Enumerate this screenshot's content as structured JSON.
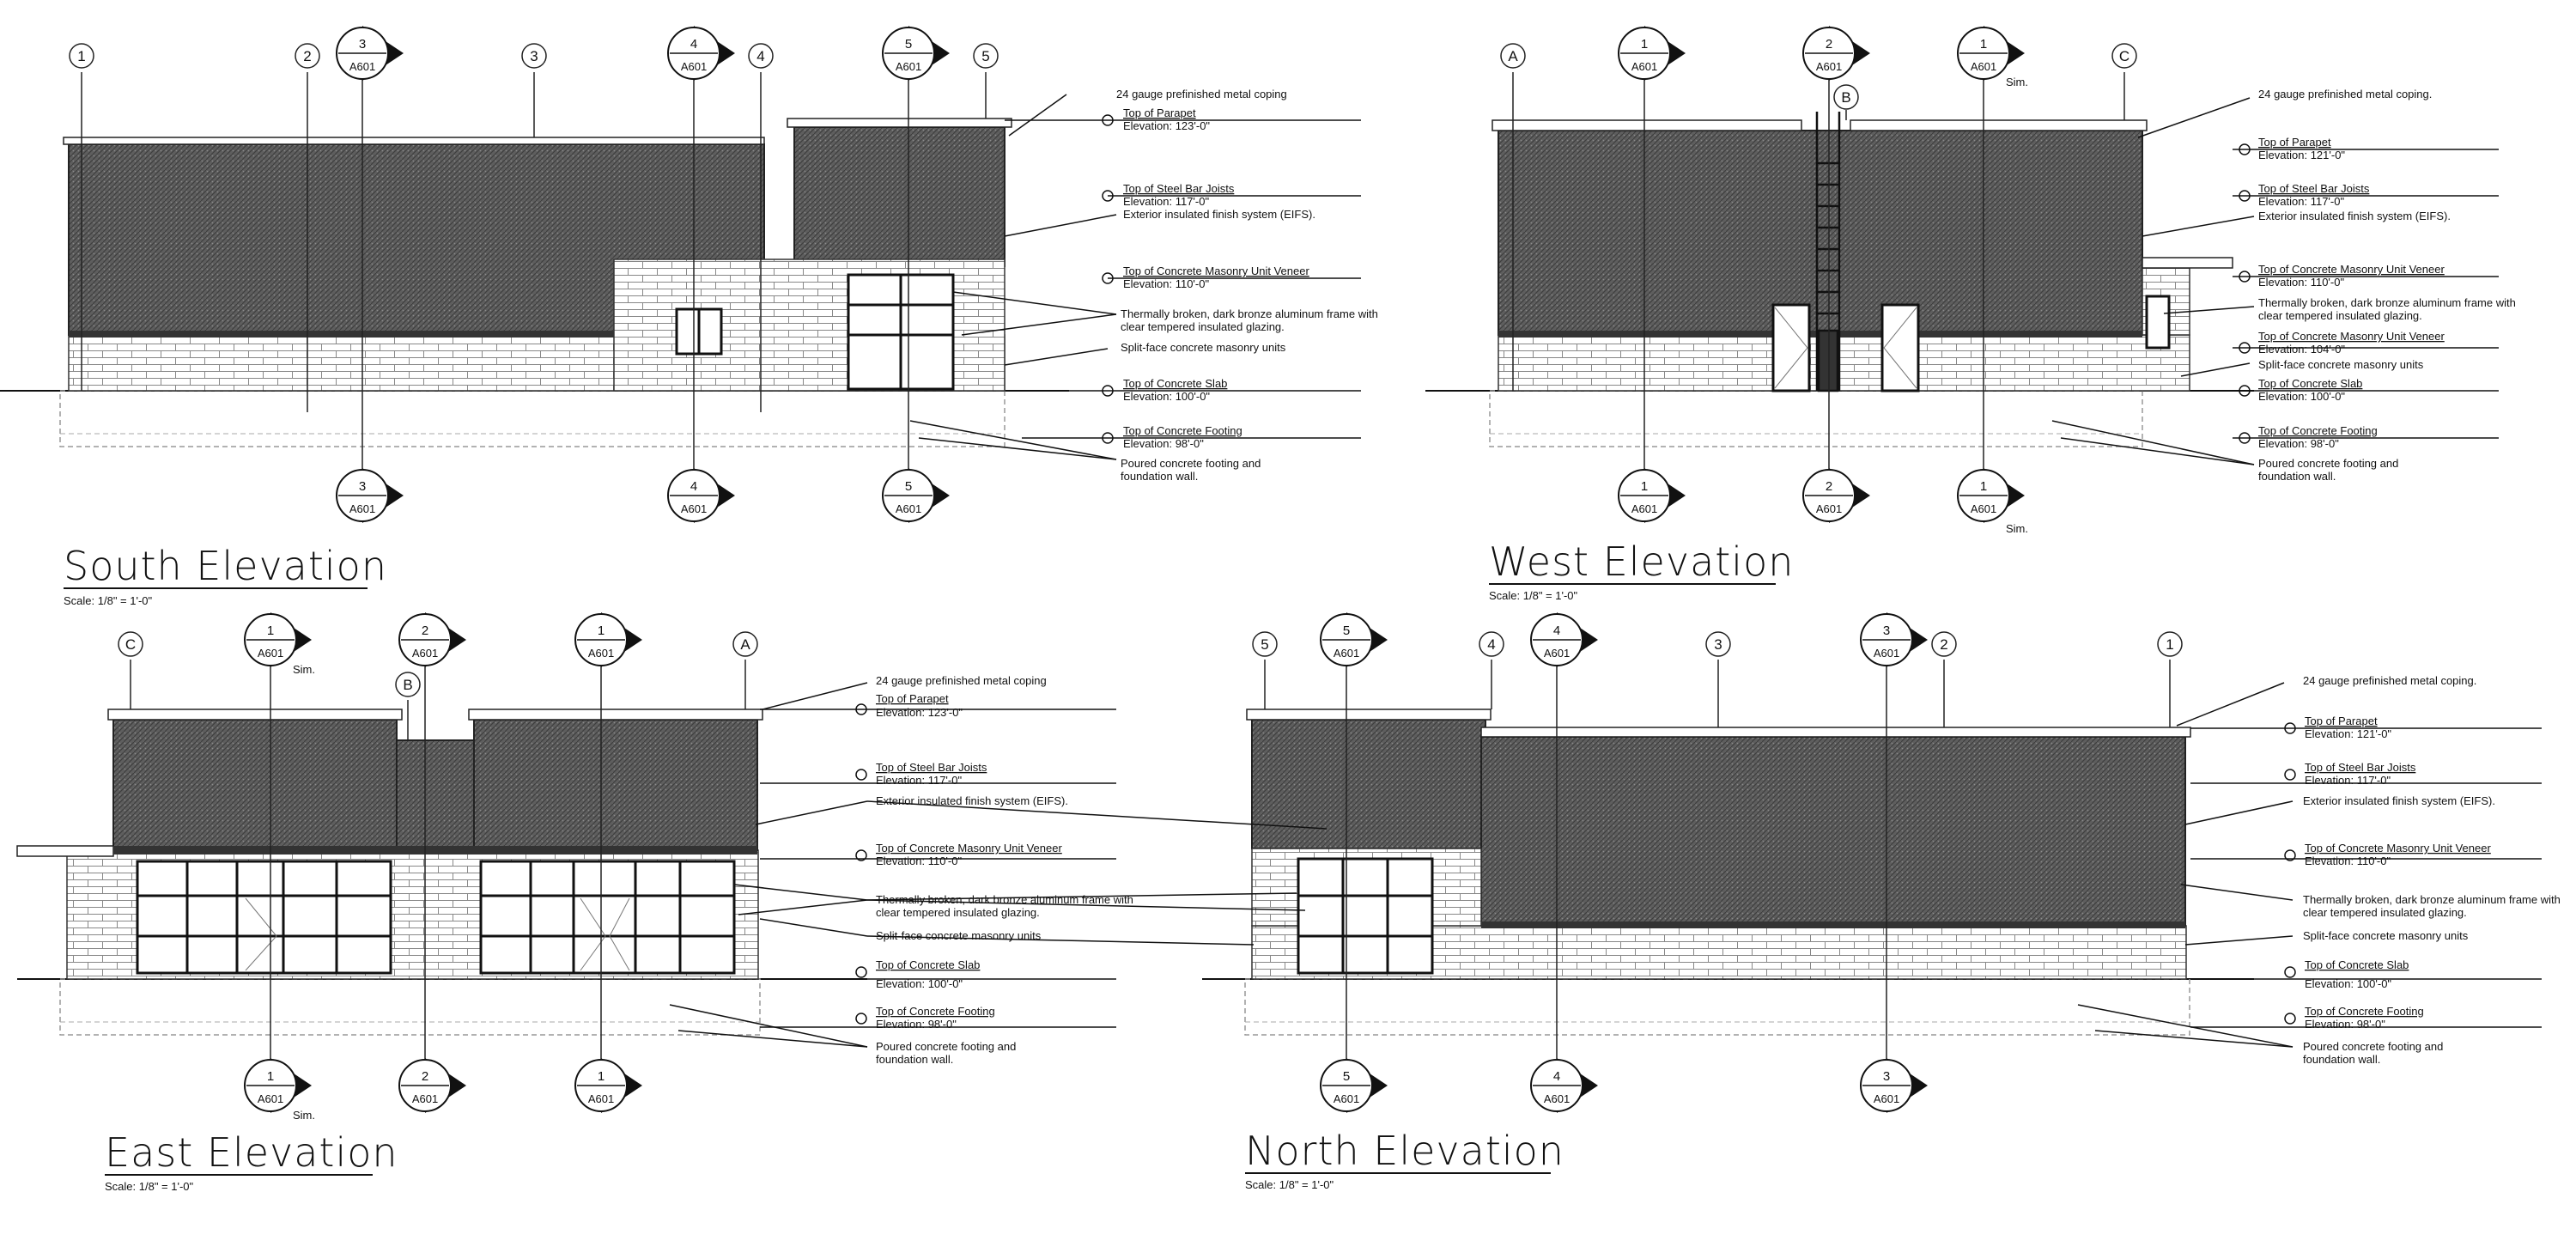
{
  "elevations": [
    {
      "id": "south",
      "title": "South Elevation",
      "scale": "Scale: 1/8\" = 1'-0\"",
      "grids": [
        "1",
        "2",
        "3",
        "4",
        "5"
      ],
      "section_markers_top": [
        {
          "num": "3",
          "sheet": "A601",
          "sim": ""
        },
        {
          "num": "4",
          "sheet": "A601",
          "sim": ""
        },
        {
          "num": "5",
          "sheet": "A601",
          "sim": ""
        }
      ],
      "section_markers_bottom": [
        {
          "num": "3",
          "sheet": "A601",
          "sim": ""
        },
        {
          "num": "4",
          "sheet": "A601",
          "sim": ""
        },
        {
          "num": "5",
          "sheet": "A601",
          "sim": ""
        }
      ],
      "notes": [
        "24 gauge prefinished metal coping",
        "Exterior insulated finish system (EIFS).",
        "Thermally broken, dark bronze aluminum frame with",
        "clear tempered insulated glazing.",
        "Split-face concrete masonry units",
        "Poured concrete footing and",
        "foundation wall."
      ],
      "levels": [
        {
          "name": "Top of Parapet",
          "elev": "Elevation: 123'-0\""
        },
        {
          "name": "Top of Steel Bar Joists",
          "elev": "Elevation: 117'-0\""
        },
        {
          "name": "Top of Concrete Masonry Unit Veneer",
          "elev": "Elevation: 110'-0\""
        },
        {
          "name": "Top of Concrete Slab",
          "elev": "Elevation: 100'-0\""
        },
        {
          "name": "Top of Concrete Footing",
          "elev": "Elevation: 98'-0\""
        }
      ]
    },
    {
      "id": "west",
      "title": "West Elevation",
      "scale": "Scale: 1/8\" = 1'-0\"",
      "grids": [
        "A",
        "C",
        "B"
      ],
      "section_markers_top": [
        {
          "num": "1",
          "sheet": "A601",
          "sim": ""
        },
        {
          "num": "2",
          "sheet": "A601",
          "sim": ""
        },
        {
          "num": "1",
          "sheet": "A601",
          "sim": "Sim."
        }
      ],
      "section_markers_bottom": [
        {
          "num": "1",
          "sheet": "A601",
          "sim": ""
        },
        {
          "num": "2",
          "sheet": "A601",
          "sim": ""
        },
        {
          "num": "1",
          "sheet": "A601",
          "sim": "Sim."
        }
      ],
      "notes": [
        "24 gauge prefinished metal coping.",
        "Exterior insulated finish system (EIFS).",
        "Thermally broken, dark bronze aluminum frame with",
        "clear tempered insulated glazing.",
        "Split-face concrete masonry units",
        "Poured concrete footing and",
        "foundation wall."
      ],
      "levels": [
        {
          "name": "Top of Parapet",
          "elev": "Elevation: 121'-0\""
        },
        {
          "name": "Top of Steel Bar Joists",
          "elev": "Elevation: 117'-0\""
        },
        {
          "name": "Top of Concrete Masonry Unit Veneer",
          "elev": "Elevation: 110'-0\""
        },
        {
          "name": "Top of Concrete Masonry Unit Veneer",
          "elev": "Elevation: 104'-0\""
        },
        {
          "name": "Top of Concrete Slab",
          "elev": "Elevation: 100'-0\""
        },
        {
          "name": "Top of Concrete Footing",
          "elev": "Elevation: 98'-0\""
        }
      ]
    },
    {
      "id": "east",
      "title": "East Elevation",
      "scale": "Scale: 1/8\" = 1'-0\"",
      "grids": [
        "C",
        "B",
        "A"
      ],
      "section_markers_top": [
        {
          "num": "1",
          "sheet": "A601",
          "sim": "Sim."
        },
        {
          "num": "2",
          "sheet": "A601",
          "sim": ""
        },
        {
          "num": "1",
          "sheet": "A601",
          "sim": ""
        }
      ],
      "section_markers_bottom": [
        {
          "num": "1",
          "sheet": "A601",
          "sim": "Sim."
        },
        {
          "num": "2",
          "sheet": "A601",
          "sim": ""
        },
        {
          "num": "1",
          "sheet": "A601",
          "sim": ""
        }
      ],
      "notes": [
        "24 gauge prefinished metal coping",
        "Exterior insulated finish system (EIFS).",
        "Thermally broken, dark bronze aluminum frame with",
        "clear tempered insulated glazing.",
        "Split-face concrete masonry units",
        "Poured concrete footing and",
        "foundation wall."
      ],
      "levels": [
        {
          "name": "Top of Parapet",
          "elev": "Elevation: 123'-0\""
        },
        {
          "name": "Top of Steel Bar Joists",
          "elev": "Elevation: 117'-0\""
        },
        {
          "name": "Top of Concrete Masonry Unit Veneer",
          "elev": "Elevation: 110'-0\""
        },
        {
          "name": "Top of Concrete Slab",
          "elev": "Elevation: 100'-0\""
        },
        {
          "name": "Top of Concrete Footing",
          "elev": "Elevation: 98'-0\""
        }
      ]
    },
    {
      "id": "north",
      "title": "North Elevation",
      "scale": "Scale: 1/8\" = 1'-0\"",
      "grids": [
        "5",
        "4",
        "3",
        "2",
        "1"
      ],
      "section_markers_top": [
        {
          "num": "5",
          "sheet": "A601",
          "sim": ""
        },
        {
          "num": "4",
          "sheet": "A601",
          "sim": ""
        },
        {
          "num": "3",
          "sheet": "A601",
          "sim": ""
        }
      ],
      "section_markers_bottom": [
        {
          "num": "5",
          "sheet": "A601",
          "sim": ""
        },
        {
          "num": "4",
          "sheet": "A601",
          "sim": ""
        },
        {
          "num": "3",
          "sheet": "A601",
          "sim": ""
        }
      ],
      "notes": [
        "24 gauge prefinished metal coping.",
        "Exterior insulated finish system (EIFS).",
        "Thermally broken, dark bronze aluminum frame with",
        "clear tempered insulated glazing.",
        "Split-face concrete masonry units",
        "Poured concrete footing and",
        "foundation wall."
      ],
      "levels": [
        {
          "name": "Top of Parapet",
          "elev": "Elevation: 121'-0\""
        },
        {
          "name": "Top of Steel Bar Joists",
          "elev": "Elevation: 117'-0\""
        },
        {
          "name": "Top of Concrete Masonry Unit Veneer",
          "elev": "Elevation: 110'-0\""
        },
        {
          "name": "Top of Concrete Slab",
          "elev": "Elevation: 100'-0\""
        },
        {
          "name": "Top of Concrete Footing",
          "elev": "Elevation: 98'-0\""
        }
      ]
    }
  ],
  "colors": {
    "ink": "#111111",
    "eifs": "#5b5b5b",
    "eifs_dark": "#3f3f3f",
    "masonry_line": "#8a8a8a",
    "paper": "#ffffff"
  }
}
